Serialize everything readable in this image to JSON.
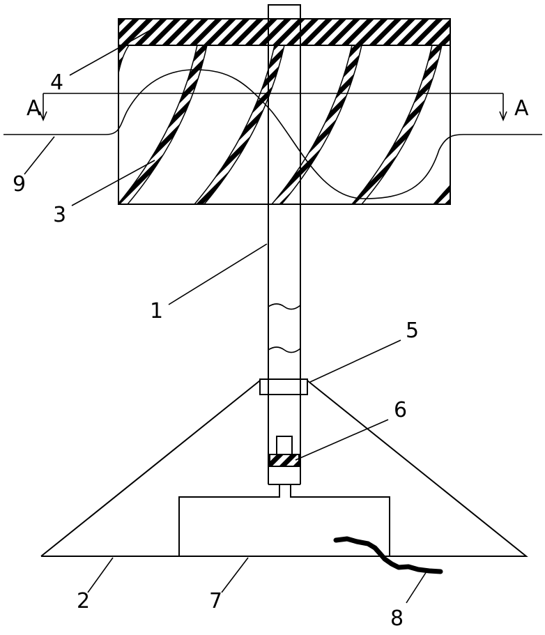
{
  "section_mark": "A",
  "parts": {
    "shaft": "1",
    "cone_base": "2",
    "helical_blade": "3",
    "top_cover": "4",
    "bearing_collar": "5",
    "coupling": "6",
    "motor_box": "7",
    "cable": "8",
    "flow_line": "9"
  },
  "colors": {
    "line": "#000000",
    "background": "#ffffff"
  }
}
